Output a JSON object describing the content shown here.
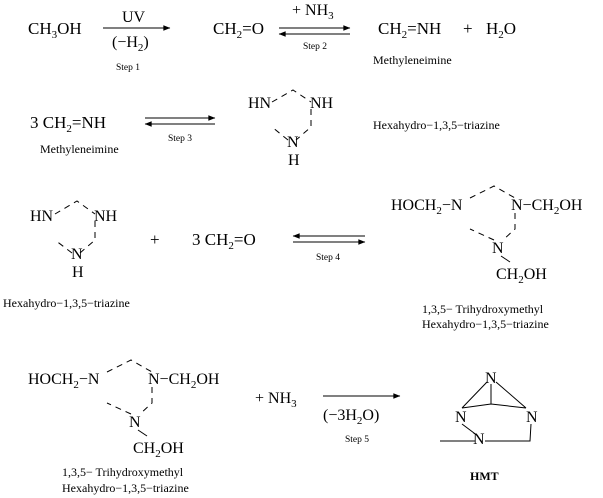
{
  "step1": {
    "reactant": "CH3OH",
    "cond_top": "UV",
    "cond_bottom": "(−H2)",
    "label": "Step 1",
    "product": "CH2=O"
  },
  "step2": {
    "reagent": "+ NH3",
    "label": "Step 2",
    "product": "CH2=NH",
    "plus": "+",
    "byproduct": "H2O",
    "product_name": "Methyleneimine"
  },
  "step3": {
    "reactant": "3 CH2=NH",
    "reactant_name": "Methyleneimine",
    "label": "Step 3",
    "product_name": "Hexahydro−1,3,5−triazine"
  },
  "step4": {
    "reactant_name": "Hexahydro−1,3,5−triazine",
    "plus": "+",
    "coreactant": "3 CH2=O",
    "label": "Step 4",
    "product_name_line1": "1,3,5− Trihydroxymethyl",
    "product_name_line2": "Hexahydro−1,3,5−triazine"
  },
  "step5": {
    "reactant_name_line1": "1,3,5− Trihydroxymethyl",
    "reactant_name_line2": "Hexahydro−1,3,5−triazine",
    "reagent": "+ NH3",
    "condition": "(−3H2O)",
    "label": "Step 5",
    "product_name": "HMT"
  },
  "atoms": {
    "HN": "HN",
    "NH": "NH",
    "N": "N",
    "H": "H",
    "HOCH2": "HOCH2",
    "CH2OH": "CH2OH",
    "dash_N": "−N",
    "N_dash": "N−"
  }
}
